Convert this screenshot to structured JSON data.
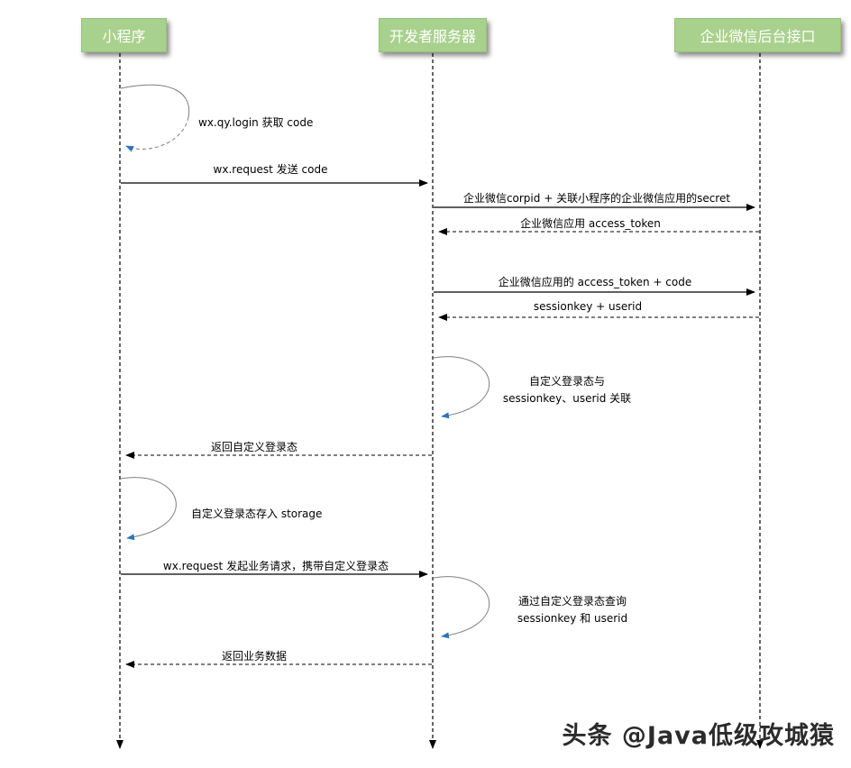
{
  "diagram": {
    "type": "sequence-diagram",
    "actors": [
      {
        "id": "miniprogram",
        "label": "小程序"
      },
      {
        "id": "devserver",
        "label": "开发者服务器"
      },
      {
        "id": "wecom",
        "label": "企业微信后台接口"
      }
    ],
    "messages": [
      {
        "from": "miniprogram",
        "to": "miniprogram",
        "type": "self",
        "label": "wx.qy.login 获取 code"
      },
      {
        "from": "miniprogram",
        "to": "devserver",
        "type": "solid",
        "label": "wx.request 发送 code"
      },
      {
        "from": "devserver",
        "to": "wecom",
        "type": "solid",
        "label": "企业微信corpid + 关联小程序的企业微信应用的secret"
      },
      {
        "from": "wecom",
        "to": "devserver",
        "type": "dashed",
        "label": "企业微信应用 access_token"
      },
      {
        "from": "devserver",
        "to": "wecom",
        "type": "solid",
        "label": "企业微信应用的 access_token + code"
      },
      {
        "from": "wecom",
        "to": "devserver",
        "type": "dashed",
        "label": "sessionkey + userid"
      },
      {
        "from": "devserver",
        "to": "devserver",
        "type": "self",
        "label": "自定义登录态与",
        "label2": "sessionkey、userid 关联"
      },
      {
        "from": "devserver",
        "to": "miniprogram",
        "type": "dashed",
        "label": "返回自定义登录态"
      },
      {
        "from": "miniprogram",
        "to": "miniprogram",
        "type": "self",
        "label": "自定义登录态存入 storage"
      },
      {
        "from": "miniprogram",
        "to": "devserver",
        "type": "solid",
        "label": "wx.request 发起业务请求，携带自定义登录态"
      },
      {
        "from": "devserver",
        "to": "devserver",
        "type": "self",
        "label": "通过自定义登录态查询",
        "label2": "sessionkey 和 userid"
      },
      {
        "from": "devserver",
        "to": "miniprogram",
        "type": "dashed",
        "label": "返回业务数据"
      }
    ]
  },
  "watermark": "头条 @Java低级攻城猿",
  "colors": {
    "actor_fill": "#a9d18e",
    "actor_border": "#97c278",
    "actor_text": "#ffffff",
    "arrow": "#000000",
    "loop_curve": "#7f7f7f",
    "loop_arrowhead": "#2e75b6",
    "background": "#ffffff"
  }
}
